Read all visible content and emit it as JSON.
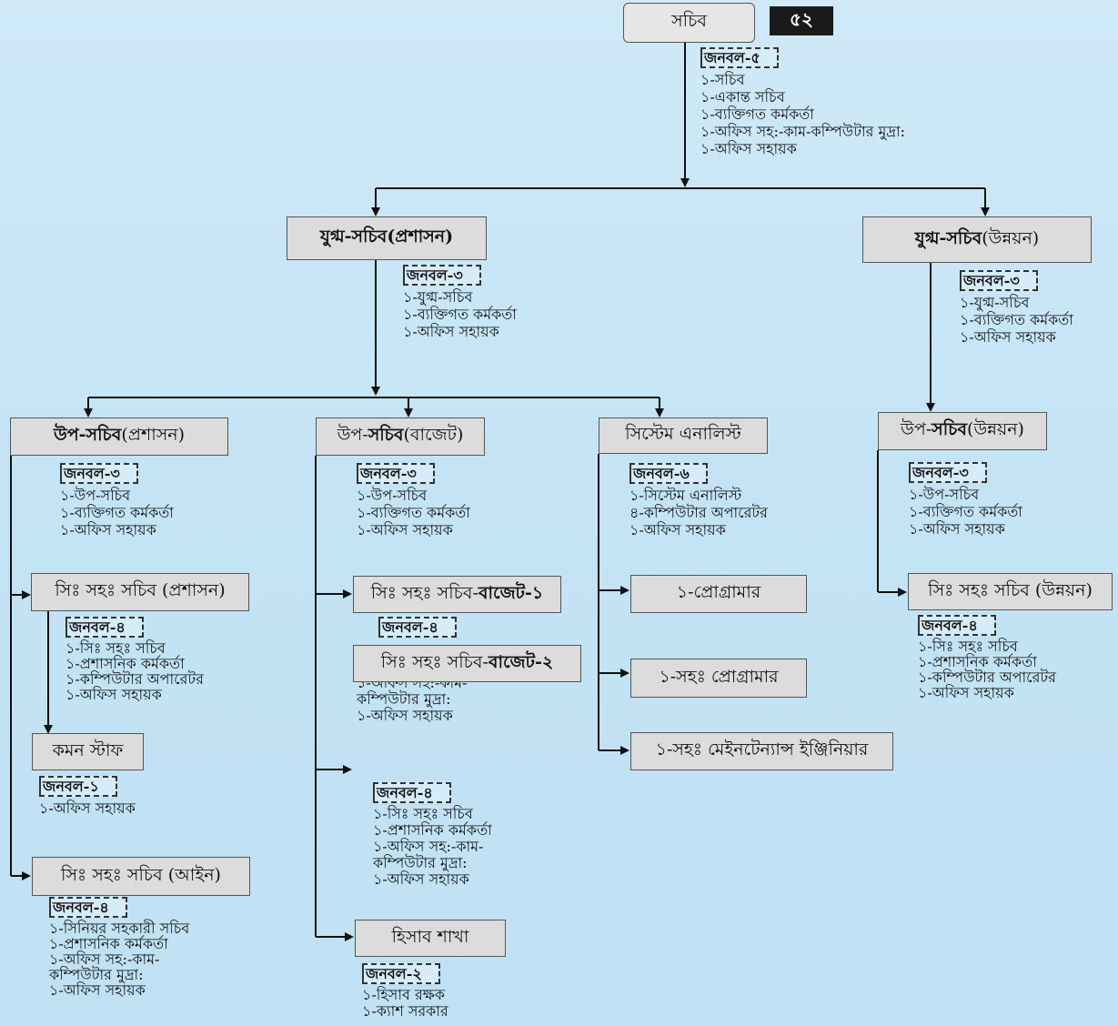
{
  "page_number": "৫২",
  "boxes": {
    "sachib": "সচিব",
    "jugmo_proshashon_a": "যুগ্ম-সচিব",
    "jugmo_proshashon_b": " (প্রশাসন)",
    "jugmo_unnoyon_a": "যুগ্ম-সচিব",
    "jugmo_unnoyon_b": " (উন্নয়ন)",
    "up_proshashon_a": "উপ-সচিব",
    "up_proshashon_b": " (প্রশাসন)",
    "up_budget_a": "উপ-",
    "up_budget_b": "সচিব",
    "up_budget_c": " (বাজেট)",
    "system_analyst": "সিস্টেম এনালিস্ট",
    "up_unnoyon_a": "উপ-",
    "up_unnoyon_b": "সচিব",
    "up_unnoyon_c": " (উন্নয়ন)",
    "sis_proshashon": "সিঃ সহঃ সচিব (প্রশাসন)",
    "sis_budget1_a": "সিঃ সহঃ সচিব-",
    "sis_budget1_b": "বাজেট-১",
    "sis_budget2_a": "সিঃ সহঃ সচিব-",
    "sis_budget2_b": "বাজেট-২",
    "programmer": "১-প্রোগ্রামার",
    "asst_programmer": "১-সহঃ প্রোগ্রামার",
    "maintenance_engineer": "১-সহঃ মেইনটেন্যান্স ইঞ্জিনিয়ার",
    "sis_unnoyon": "সিঃ সহঃ সচিব (উন্নয়ন)",
    "common_staff": "কমন স্টাফ",
    "sis_ain": "সিঃ সহঃ সচিব (আইন)",
    "hishab_shakha": "হিসাব শাখা"
  },
  "manpower": {
    "sachib": {
      "tag": "জনবল-৫",
      "lines": [
        "১-সচিব",
        "১-একান্ত সচিব",
        "১-ব্যক্তিগত কর্মকর্তা",
        "১-অফিস সহ:-কাম-কম্পিউটার মুদ্রা:",
        "১-অফিস সহায়ক"
      ]
    },
    "jugmo_proshashon": {
      "tag": "জনবল-৩",
      "lines": [
        "১-যুগ্ম-সচিব",
        "১-ব্যক্তিগত কর্মকর্তা",
        "১-অফিস সহায়ক"
      ]
    },
    "jugmo_unnoyon": {
      "tag": "জনবল-৩",
      "lines": [
        "১-যুগ্ম-সচিব",
        "১-ব্যক্তিগত কর্মকর্তা",
        "১-অফিস সহায়ক"
      ]
    },
    "up_proshashon": {
      "tag": "জনবল-৩",
      "lines": [
        "১-উপ-সচিব",
        "১-ব্যক্তিগত কর্মকর্তা",
        "১-অফিস সহায়ক"
      ]
    },
    "up_budget": {
      "tag": "জনবল-৩",
      "lines": [
        "১-উপ-সচিব",
        "১-ব্যক্তিগত কর্মকর্তা",
        "১-অফিস সহায়ক"
      ]
    },
    "system_analyst": {
      "tag": "জনবল-৬",
      "lines": [
        "১-সিস্টেম এনালিস্ট",
        "৪-কম্পিউটার অপারেটর",
        "১-অফিস সহায়ক"
      ]
    },
    "up_unnoyon": {
      "tag": "জনবল-৩",
      "lines": [
        "১-উপ-সচিব",
        "১-ব্যক্তিগত কর্মকর্তা",
        "১-অফিস সহায়ক"
      ]
    },
    "sis_proshashon": {
      "tag": "জনবল-৪",
      "lines": [
        "১-সিঃ সহঃ সচিব",
        "১-প্রশাসনিক কর্মকর্তা",
        "১-কম্পিউটার অপারেটর",
        "১-অফিস সহায়ক"
      ]
    },
    "sis_budget1": {
      "tag": "জনবল-৪",
      "lines": [
        "১-অফিস সহ:-কাম-",
        "কম্পিউটার মুদ্রা:",
        "১-অফিস সহায়ক"
      ]
    },
    "sis_budget2": {
      "tag": "জনবল-৪",
      "lines": [
        "১-সিঃ সহঃ সচিব",
        "১-প্রশাসনিক কর্মকর্তা",
        "১-অফিস সহ:-কাম-",
        "কম্পিউটার মুদ্রা:",
        "১-অফিস সহায়ক"
      ]
    },
    "sis_unnoyon": {
      "tag": "জনবল-৪",
      "lines": [
        "১-সিঃ সহঃ সচিব",
        "১-প্রশাসনিক কর্মকর্তা",
        "১-কম্পিউটার অপারেটর",
        "১-অফিস সহায়ক"
      ]
    },
    "common_staff": {
      "tag": "জনবল-১",
      "lines": [
        "১-অফিস সহায়ক"
      ]
    },
    "sis_ain": {
      "tag": "জনবল-৪",
      "lines": [
        "১-সিনিয়র সহকারী সচিব",
        "১-প্রশাসনিক কর্মকর্তা",
        "১-অফিস সহ:-কাম-",
        "কম্পিউটার মুদ্রা:",
        "১-অফিস সহায়ক"
      ]
    },
    "hishab": {
      "tag": "জনবল-২",
      "lines": [
        "১-হিসাব রক্ষক",
        "১-ক্যাশ সরকার"
      ]
    }
  }
}
